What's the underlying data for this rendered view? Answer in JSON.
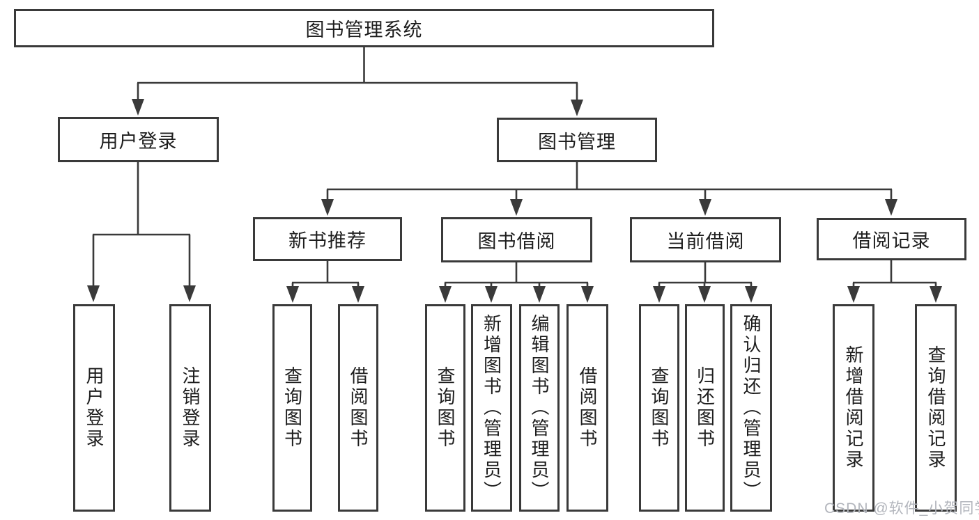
{
  "root": {
    "label": "图书管理系统"
  },
  "level2": {
    "user_login": "用户登录",
    "book_management": "图书管理"
  },
  "level3": {
    "new_book_recommend": "新书推荐",
    "book_borrowing": "图书借阅",
    "current_borrowing": "当前借阅",
    "borrowing_records": "借阅记录"
  },
  "leaves": {
    "user_login": [
      "用户登录",
      "注销登录"
    ],
    "new_book_recommend": [
      "查询图书",
      "借阅图书"
    ],
    "book_borrowing": [
      "查询图书",
      "新增图书（管理员）",
      "编辑图书（管理员）",
      "借阅图书"
    ],
    "current_borrowing": [
      "查询图书",
      "归还图书",
      "确认归还（管理员）"
    ],
    "borrowing_records": [
      "新增借阅记录",
      "查询借阅记录"
    ]
  },
  "watermark": "CSDN @软件_小贺同学",
  "colors": {
    "line": "#3a3a3a",
    "text": "#1d1d1d",
    "watermark": "#b2b5bc",
    "background": "#ffffff"
  }
}
